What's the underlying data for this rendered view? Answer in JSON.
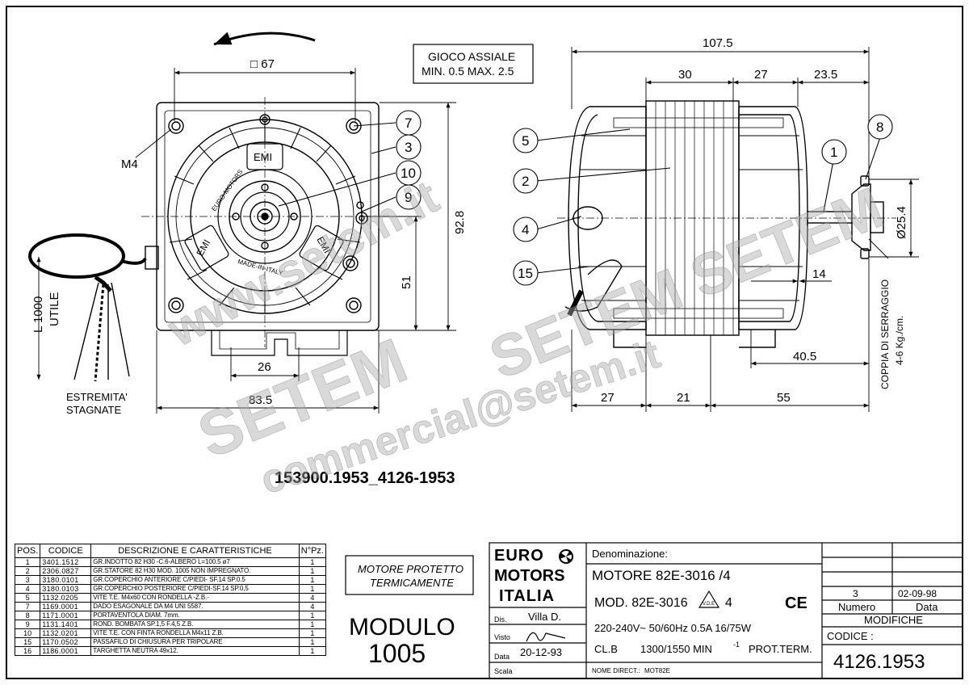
{
  "drawing": {
    "part_code_caption": "153900.1953_4126-1953",
    "axial_play_box": {
      "line1": "GIOCO ASSIALE",
      "line2": "MIN. 0.5  MAX. 2.5"
    },
    "front_view": {
      "square_dim": "□ 67",
      "thread_label": "M4",
      "dim_height": "92.8",
      "dim_51": "51",
      "dim_26": "26",
      "dim_width": "83.5",
      "cable_length_label_1": "L 1000",
      "cable_length_label_2": "UTILE",
      "cable_ends_label_1": "ESTREMITA'",
      "cable_ends_label_2": "STAGNATE",
      "emi_labels": [
        "EMI",
        "EMI",
        "EMI"
      ],
      "ring_text_1": "EURO-MOTORS",
      "ring_text_2": "MADE-IN-ITALY"
    },
    "side_view": {
      "dim_total": "107.5",
      "dim_30": "30",
      "dim_27_top": "27",
      "dim_23_5": "23.5",
      "dim_diameter": "Ø25.4",
      "dim_14": "14",
      "dim_40_5": "40.5",
      "dim_27_bottom": "27",
      "dim_21": "21",
      "dim_55": "55",
      "torque_label_1": "COPPIA DI SERRAGGIO",
      "torque_label_2": "4-6 Kg./cm."
    },
    "callouts": [
      "7",
      "3",
      "10",
      "9",
      "5",
      "2",
      "4",
      "15",
      "1",
      "8"
    ]
  },
  "watermarks": [
    "www.setem.it",
    "SETEM  SETEM",
    "SETEM",
    "commercial@setem.it"
  ],
  "bom": {
    "headers": [
      "POS.",
      "CODICE",
      "DESCRIZIONE  E  CARATTERISTICHE",
      "N°Pz."
    ],
    "rows": [
      {
        "pos": "1",
        "code": "3401.1512",
        "desc": "GR.INDOTTO 82 H30 -C.6-ALBERO L=100.5 ø7",
        "qty": "1"
      },
      {
        "pos": "2",
        "code": "2306.0827",
        "desc": "GR.STATORE 82 H30 MOD. 1005 NON IMPREGNATO.",
        "qty": "1"
      },
      {
        "pos": "3",
        "code": "3180.0101",
        "desc": "GR.COPERCHIO ANTERIORE C/PIEDI- SF.14 SP.0.5",
        "qty": "1"
      },
      {
        "pos": "4",
        "code": "3180.0103",
        "desc": "GR.COPERCHIO POSTERIORE C/PIEDI-SF.14 SP.0,5",
        "qty": "1"
      },
      {
        "pos": "5",
        "code": "1132.0205",
        "desc": "VITE T.E. M4x60 CON RONDELLA -Z.B.-",
        "qty": "4"
      },
      {
        "pos": "7",
        "code": "1169.0001",
        "desc": "DADO ESAGONALE DA M4      UNI 5587.",
        "qty": "4"
      },
      {
        "pos": "8",
        "code": "1171.0001",
        "desc": "PORTAVENTOLA DIAM. 7mm.",
        "qty": "1"
      },
      {
        "pos": "9",
        "code": "1131.1401",
        "desc": "ROND. BOMBATA SP.1,5  F.4,5  Z.B.",
        "qty": "1"
      },
      {
        "pos": "10",
        "code": "1132.0201",
        "desc": "VITE T.E. CON FINTA RONDELLA M4x11  Z.B.",
        "qty": "1"
      },
      {
        "pos": "15",
        "code": "1170.0502",
        "desc": "PASSAFILO DI CHIUSURA PER TRIPOLARE",
        "qty": "1"
      },
      {
        "pos": "16",
        "code": "1186.0001",
        "desc": "TARGHETTA NEUTRA 49x12.",
        "qty": "1"
      }
    ]
  },
  "protection_box": {
    "line1": "MOTORE PROTETTO",
    "line2": "TERMICAMENTE"
  },
  "module": {
    "label": "MODULO",
    "number": "1005"
  },
  "title_block": {
    "logo_lines": [
      "EURO",
      "MOTORS",
      "ITALIA"
    ],
    "denominazione_label": "Denominazione:",
    "motor_name": "MOTORE  82E-3016 /4",
    "model_line": "MOD.  82E-3016",
    "model_suffix": "4",
    "vde_label": "V.D.E",
    "ce_mark": "CE",
    "electrical": "220-240V~  50/60Hz  0.5A     16/75W",
    "class_label": "CL.B",
    "speed": "1300/1550  MIN",
    "speed_exp": "-1",
    "protection": "PROT.TERM.",
    "dis_label": "Dis.",
    "dis_value": "Villa  D.",
    "visto_label": "Visto",
    "data_label": "Data",
    "data_value": "20-12-93",
    "scala_label": "Scala",
    "nome_direct_label": "NOME DIRECT.:",
    "nome_direct_value": "MOT82E",
    "rev_number": "3",
    "rev_date": "02-09-98",
    "numero_label": "Numero",
    "data_col_label": "Data",
    "modifiche_label": "MODIFICHE",
    "codice_label": "CODICE  :",
    "codice_value": "4126.1953"
  }
}
